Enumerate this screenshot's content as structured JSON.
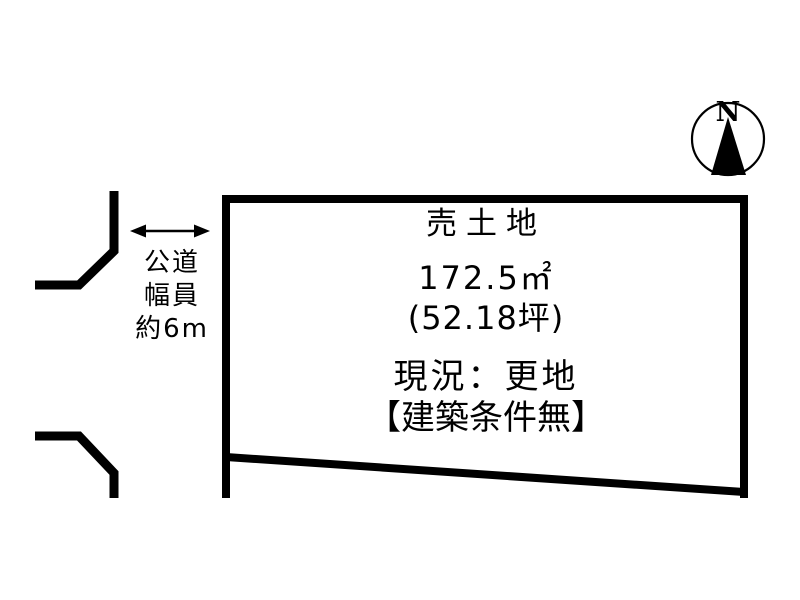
{
  "page": {
    "background": "#ffffff",
    "ink": "#000000"
  },
  "plot": {
    "title": "売土地",
    "area_sqm": "172.5㎡",
    "area_tsubo": "(52.18坪)",
    "status": "現況：更地",
    "building_condition": "【建築条件無】"
  },
  "road": {
    "type_label": "公道",
    "width_label": "幅員",
    "width_value": "約6m"
  },
  "compass": {
    "north": "N"
  }
}
